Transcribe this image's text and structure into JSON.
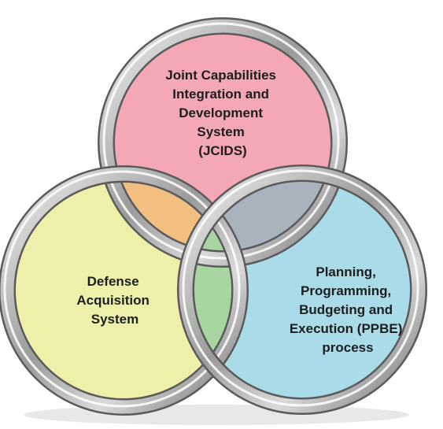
{
  "diagram": {
    "circles": [
      {
        "id": "jcids",
        "fill": "#f4a7b4",
        "lines": [
          "Joint Capabilities",
          "Integration and",
          "Development",
          "System",
          "(JCIDS)"
        ]
      },
      {
        "id": "das",
        "fill": "#eef0a9",
        "lines": [
          "Defense",
          "Acquisition",
          "System"
        ]
      },
      {
        "id": "ppbe",
        "fill": "#a9dbe9",
        "lines": [
          "Planning,",
          "Programming,",
          "Budgeting and",
          "Execution (PPBE)",
          "process"
        ]
      }
    ],
    "overlap_colors": {
      "jcids_das": "#f2bf80",
      "jcids_ppbe": "#a9b3be",
      "das_ppbe": "#a8d6a1"
    },
    "ring_color": "#b7b7b7"
  }
}
